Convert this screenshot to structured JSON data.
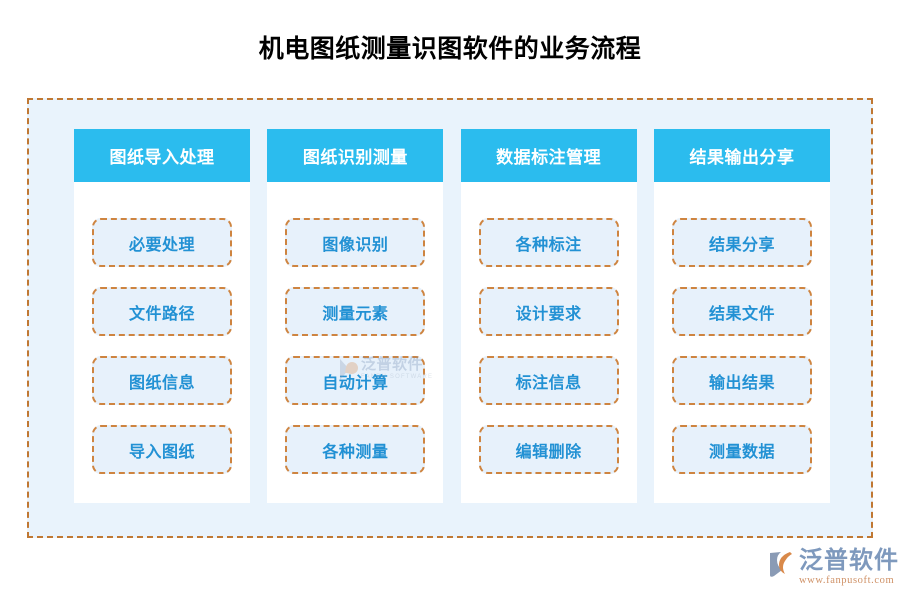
{
  "page": {
    "title": "机电图纸测量识图软件的业务流程",
    "background_color": "#ffffff"
  },
  "theme": {
    "header_blue": "#2bbcee",
    "item_text_blue": "#2291d4",
    "item_fill": "#e7f1fb",
    "dashed_orange": "#ce8440",
    "container_fill": "#e9f3fc",
    "container_border": "#c07833",
    "logo_blue_gray": "#7e99bd",
    "logo_orange": "#cf9166"
  },
  "flow": {
    "columns": [
      {
        "header": "图纸导入处理",
        "items": [
          "必要处理",
          "文件路径",
          "图纸信息",
          "导入图纸"
        ]
      },
      {
        "header": "图纸识别测量",
        "items": [
          "图像识别",
          "测量元素",
          "自动计算",
          "各种测量"
        ]
      },
      {
        "header": "数据标注管理",
        "items": [
          "各种标注",
          "设计要求",
          "标注信息",
          "编辑删除"
        ]
      },
      {
        "header": "结果输出分享",
        "items": [
          "结果分享",
          "结果文件",
          "输出结果",
          "测量数据"
        ]
      }
    ]
  },
  "watermark": {
    "name_cn": "泛普软件",
    "name_en": "FANPU SOFTWARE"
  },
  "logo": {
    "name_cn": "泛普软件",
    "url": "www.fanpusoft.com"
  }
}
